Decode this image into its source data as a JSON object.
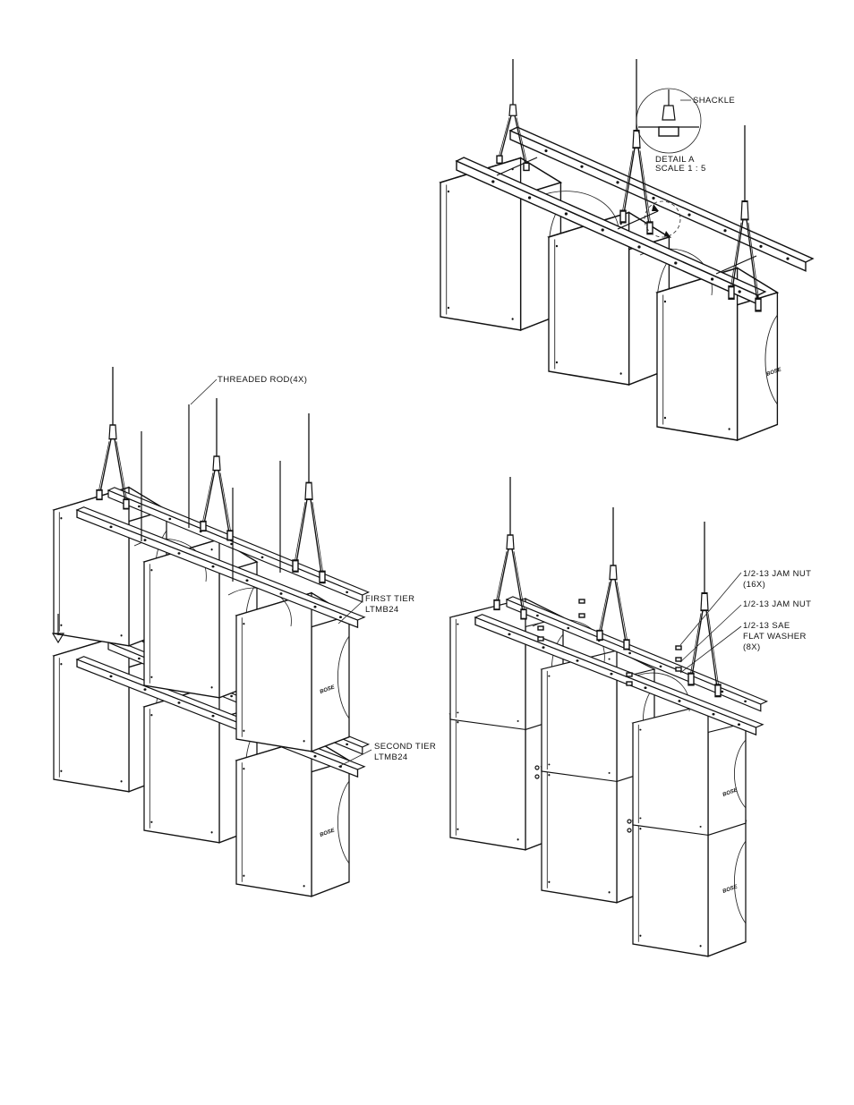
{
  "brand_logo": "BOSE",
  "figures": [
    {
      "name": "single-tier-array",
      "detail": {
        "title": "DETAIL A",
        "scale": "SCALE 1 : 5",
        "callout": "SHACKLE"
      }
    },
    {
      "name": "stacking-tiers",
      "callouts": {
        "threaded_rod": "THREADED ROD(4X)",
        "first_tier_line1": "FIRST TIER",
        "first_tier_line2": "LTMB24",
        "second_tier_line1": "SECOND TIER",
        "second_tier_line2": "LTMB24"
      }
    },
    {
      "name": "assembled-array",
      "callouts": {
        "jam_nut_16x_line1": "1/2-13 JAM NUT",
        "jam_nut_16x_line2": "(16X)",
        "jam_nut": "1/2-13 JAM NUT",
        "washer_line1": "1/2-13 SAE",
        "washer_line2": "FLAT WASHER",
        "washer_line3": "(8X)"
      }
    }
  ]
}
